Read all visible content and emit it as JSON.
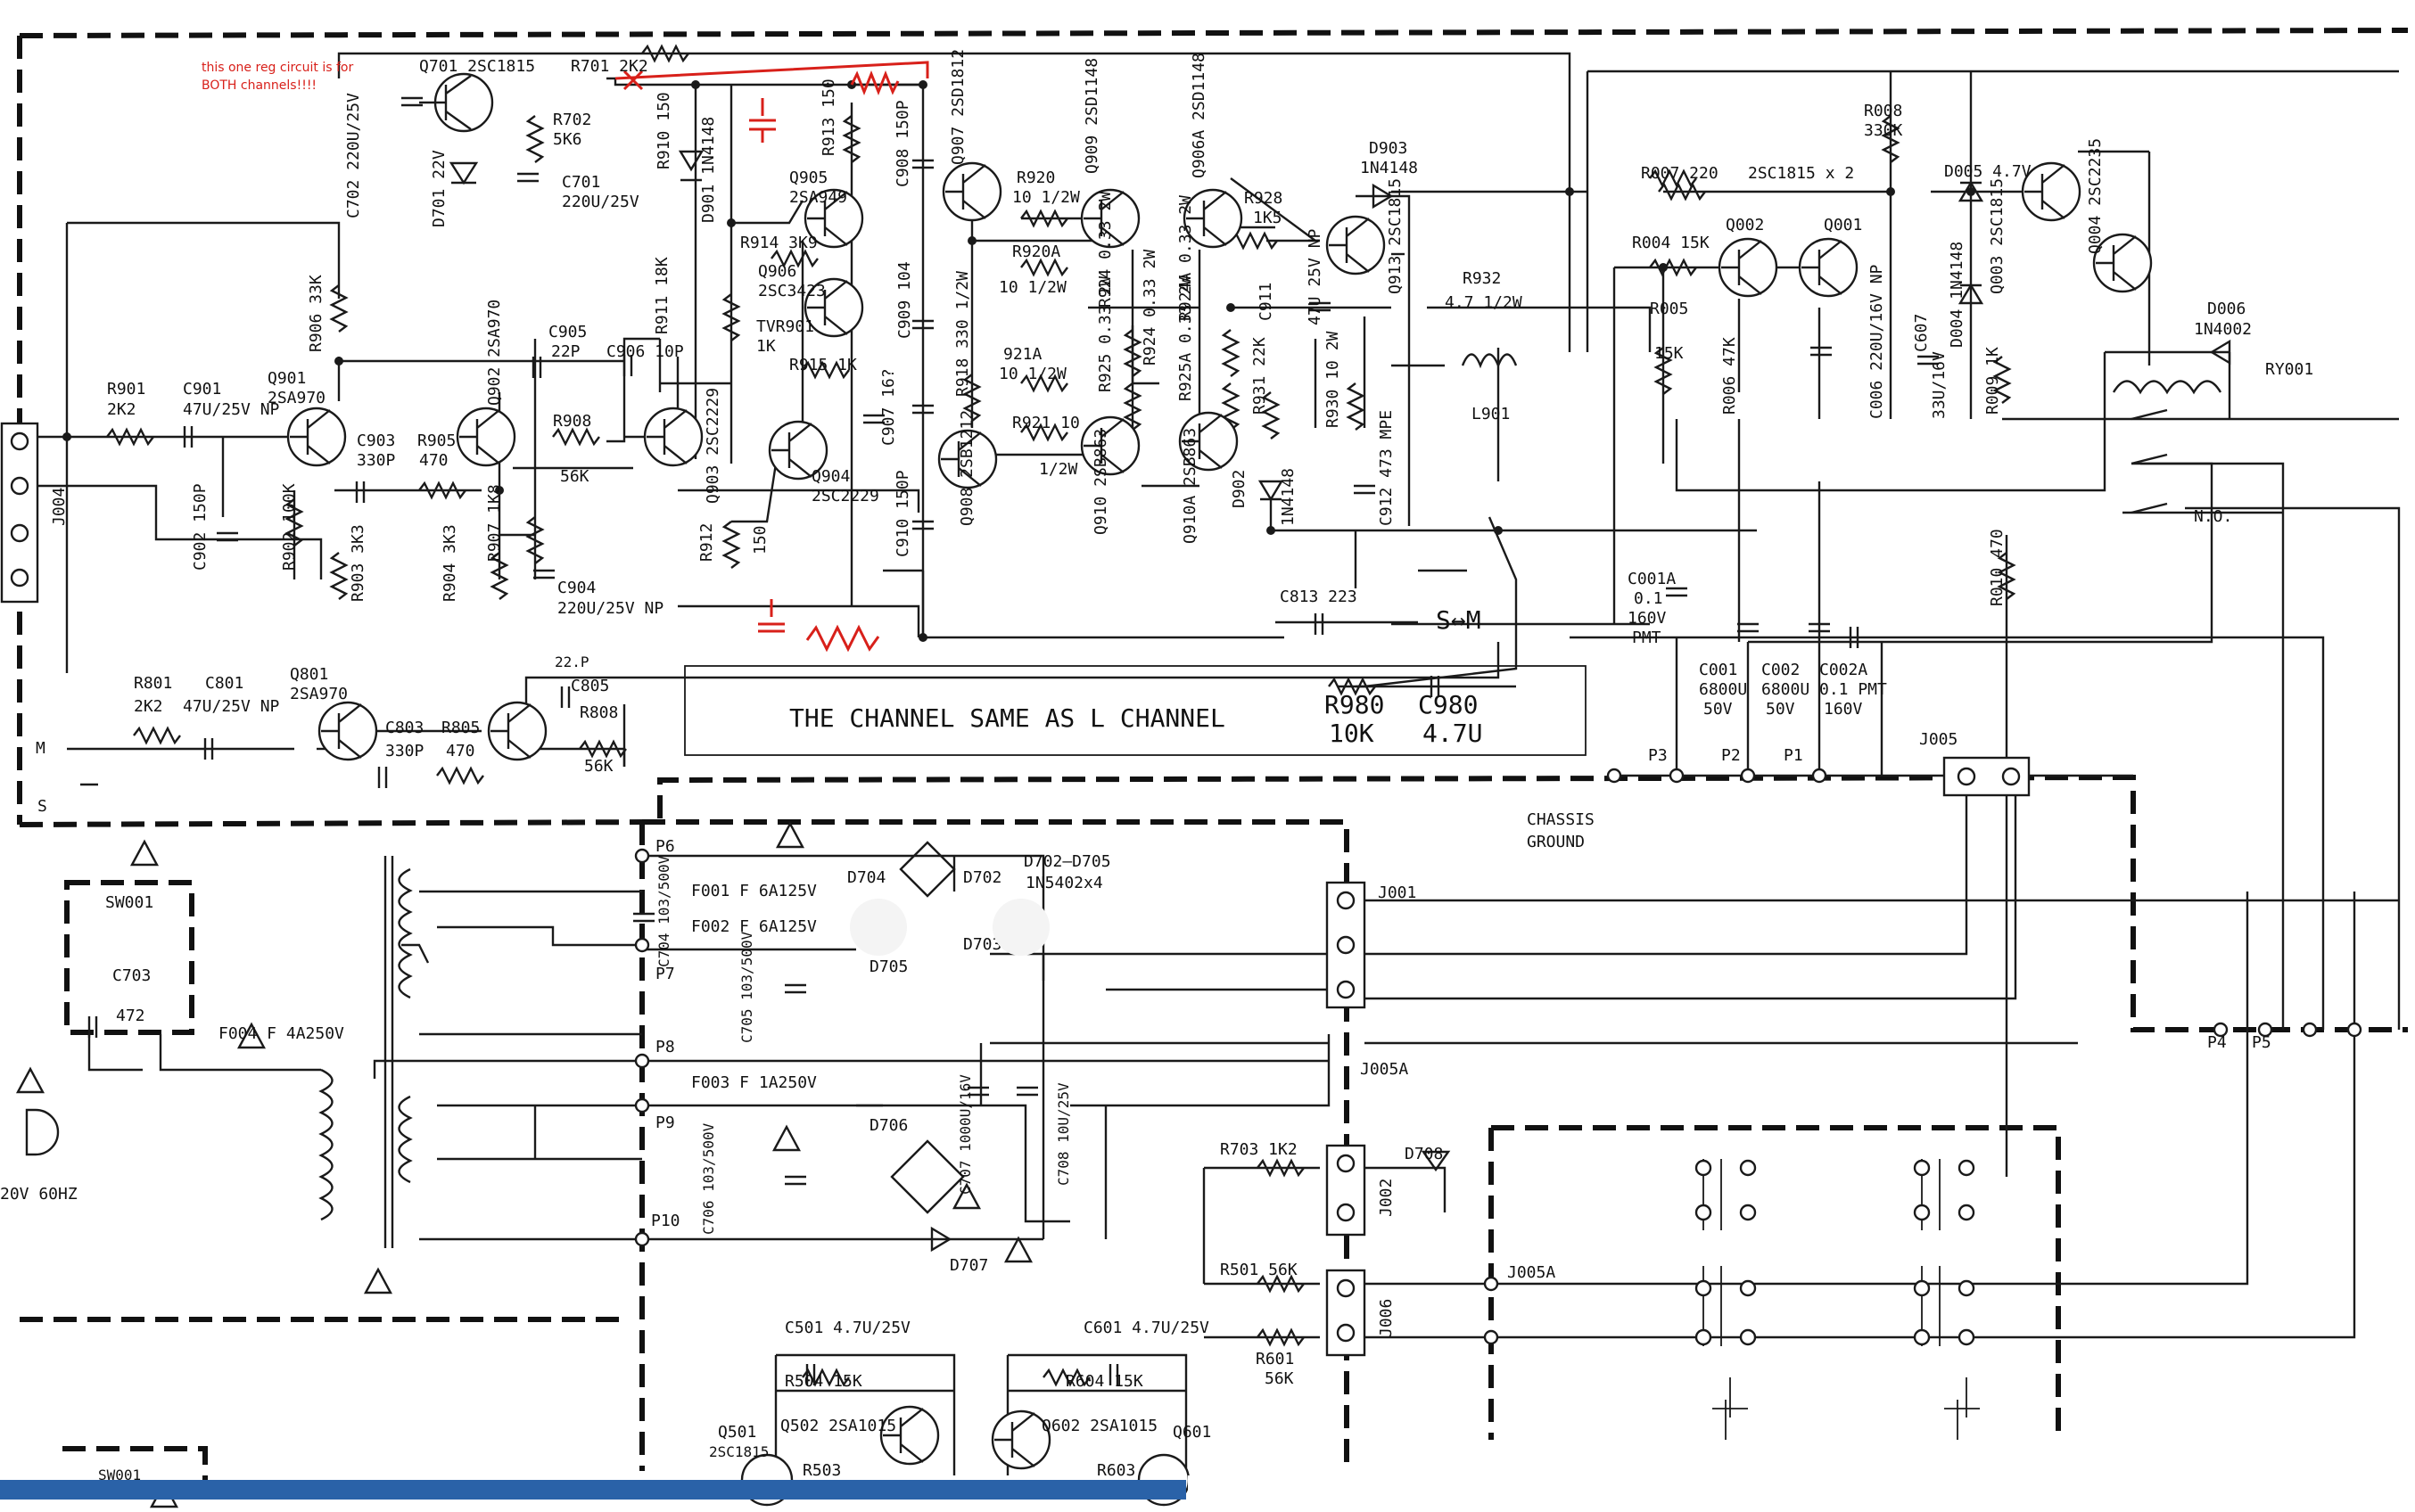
{
  "note": [
    "this one reg circuit is for",
    "BOTH channels!!!!"
  ],
  "regulator": {
    "q701": "Q701  2SC1815",
    "r701": "R701  2K2",
    "r702": [
      "R702",
      "5K6"
    ],
    "c702": "C702  220U/25V",
    "d701": "D701  22V",
    "c701": [
      "C701",
      "220U/25V"
    ]
  },
  "input": {
    "j004": "J004",
    "r901": [
      "R901",
      "2K2"
    ],
    "c901": [
      "C901",
      "47U/25V NP"
    ],
    "c902": "C902  150P",
    "r902": "R902  100K",
    "r903": "R903  3K3",
    "r906": "R906  33K",
    "q901": [
      "Q901",
      "2SA970"
    ],
    "c903": [
      "C903",
      "330P"
    ],
    "r905": [
      "R905",
      "470"
    ],
    "q902": "Q902  2SA970",
    "r904": "R904  3K3",
    "r907": "R907  1K8",
    "c905": [
      "C905",
      "22P"
    ],
    "r908": [
      "R908",
      "56K"
    ],
    "c906": "C906  10P",
    "c904": [
      "C904",
      "220U/25V NP"
    ]
  },
  "driver": {
    "r910": "R910  150",
    "d901": "D901  1N4148",
    "r913": "R913  150",
    "c908": "C908  150P",
    "q905": [
      "Q905",
      "2SA949"
    ],
    "r914": "R914  3K9",
    "q906": [
      "Q906",
      "2SC3423"
    ],
    "tvr901": [
      "TVR901",
      "1K"
    ],
    "r915": "R915  1K",
    "r911": "R911  18K",
    "q903": "Q903  2SC2229",
    "q904": [
      "Q904",
      "2SC2229"
    ],
    "c907": "C907  16?",
    "c909": "C909  104",
    "c910": "C910  150P",
    "r912": "R912",
    "r912v": "150"
  },
  "output": {
    "q907": "Q907  2SD1812",
    "r920": [
      "R920",
      "10 1/2W"
    ],
    "q909": "Q909  2SD1148",
    "r920a": [
      "R920A",
      "10 1/2W"
    ],
    "r918": "R918  330 1/2W",
    "r921a": [
      "921A",
      "10 1/2W"
    ],
    "r921": [
      "R921  10",
      "1/2W"
    ],
    "r924": "R924  0.33 2W",
    "r925": "R925  0.33 2W",
    "r924a": "R924A  0.33 2W",
    "r925a": "R925A  0.33 2W",
    "q906a": "Q906A  2SD1148",
    "q908": "Q908  2SB1212",
    "q910": "Q910  2SB863",
    "q910a": "Q910A  2SB863",
    "r928": [
      "R928",
      "1K5"
    ],
    "d903": [
      "D903",
      "1N4148"
    ],
    "c911": "C911",
    "c911v": "47U 25V NP",
    "q913": "Q913  2SC1815",
    "r931": "R931  22K",
    "r930": "R930  10 2W",
    "c912": "C912  473 MPE",
    "d902": "D902",
    "d902v": "1N4148",
    "r932": [
      "R932",
      "4.7 1/2W"
    ],
    "l901": "L901",
    "c813": "C813  223",
    "sm": "S↔M"
  },
  "rchannel": {
    "r801": [
      "R801",
      "2K2"
    ],
    "c801": [
      "C801",
      "47U/25V NP"
    ],
    "q801": [
      "Q801",
      "2SA970"
    ],
    "c803": [
      "C803",
      "330P"
    ],
    "r805": [
      "R805",
      "470"
    ],
    "c805": [
      "22.P",
      "C805"
    ],
    "r808": [
      "R808",
      "56K"
    ],
    "box": "THE CHANNEL SAME AS L CHANNEL",
    "r980": [
      "R980",
      "10K"
    ],
    "c980": [
      "C980",
      "4.7U"
    ],
    "ms": [
      "M",
      "S"
    ]
  },
  "protect": {
    "r008": [
      "R008",
      "330K"
    ],
    "r007": "R007  220",
    "q_pair": "2SC1815 x 2",
    "d005": "D005  4.7V",
    "r004": "R004  15K",
    "q002": "Q002",
    "q001": "Q001",
    "r005": [
      "R005",
      "15K"
    ],
    "r006": "R006  47K",
    "c006": "C006  220U/16V NP",
    "c607": "C607",
    "c607v": "33U/16V",
    "r009": "R009  1K",
    "d004": "D004  1N4148",
    "q003": "Q003  2SC1815",
    "q004": "Q004  2SC2235",
    "d006": [
      "D006",
      "1N4002"
    ],
    "ry001": "RY001",
    "no": "N.O.",
    "r010": "R010  470"
  },
  "psu": {
    "c001a": [
      "C001A",
      "0.1",
      "160V",
      "PMT"
    ],
    "c001": [
      "C001",
      "6800U",
      "50V"
    ],
    "c002": [
      "C002",
      "6800U",
      "50V"
    ],
    "c002a": [
      "C002A",
      "0.1 PMT",
      "160V"
    ],
    "p3": "P3",
    "p2": "P2",
    "p1": "P1",
    "j005": "J005",
    "chassis": [
      "CHASSIS",
      "GROUND"
    ],
    "sw001": "SW001",
    "c703": [
      "C703",
      "472"
    ],
    "f004": "F004  F 4A250V",
    "mains": "20V 60HZ",
    "p6": "P6",
    "p7": "P7",
    "p8": "P8",
    "p9": "P9",
    "p10": "P10",
    "c704": "C704  103/500V",
    "c705": "C705  103/500V",
    "c706": "C706  103/500V",
    "f001": "F001  F 6A125V",
    "f002": "F002  F 6A125V",
    "f003": "F003  F 1A250V",
    "d704": "D704",
    "d702": "D702",
    "d705": "D705",
    "d703": "D703",
    "d702_705": [
      "D702–D705",
      "1N5402x4"
    ],
    "j001": "J001",
    "j005a": "J005A",
    "d706": "D706",
    "c707": "C707  1000U/16V",
    "c708": "C708  10U/25V",
    "d707": "D707",
    "r703": "R703  1K2",
    "d708": "D708",
    "j002": "J002",
    "r501": "R501  56K",
    "r601": [
      "R601",
      "56K"
    ],
    "j006": "J006",
    "j005a2": "J005A",
    "p4": "P4",
    "p5": "P5"
  },
  "bottom": {
    "c501": "C501  4.7U/25V",
    "r504": "R504  15K",
    "q502": "Q502  2SA1015",
    "q501": [
      "Q501",
      "2SC1815"
    ],
    "r503": "R503",
    "c601": "C601  4.7U/25V",
    "r604": "R604  15K",
    "q602": "Q602  2SA1015",
    "q601": "Q601",
    "r603": "R603",
    "sw001b": "SW001"
  }
}
